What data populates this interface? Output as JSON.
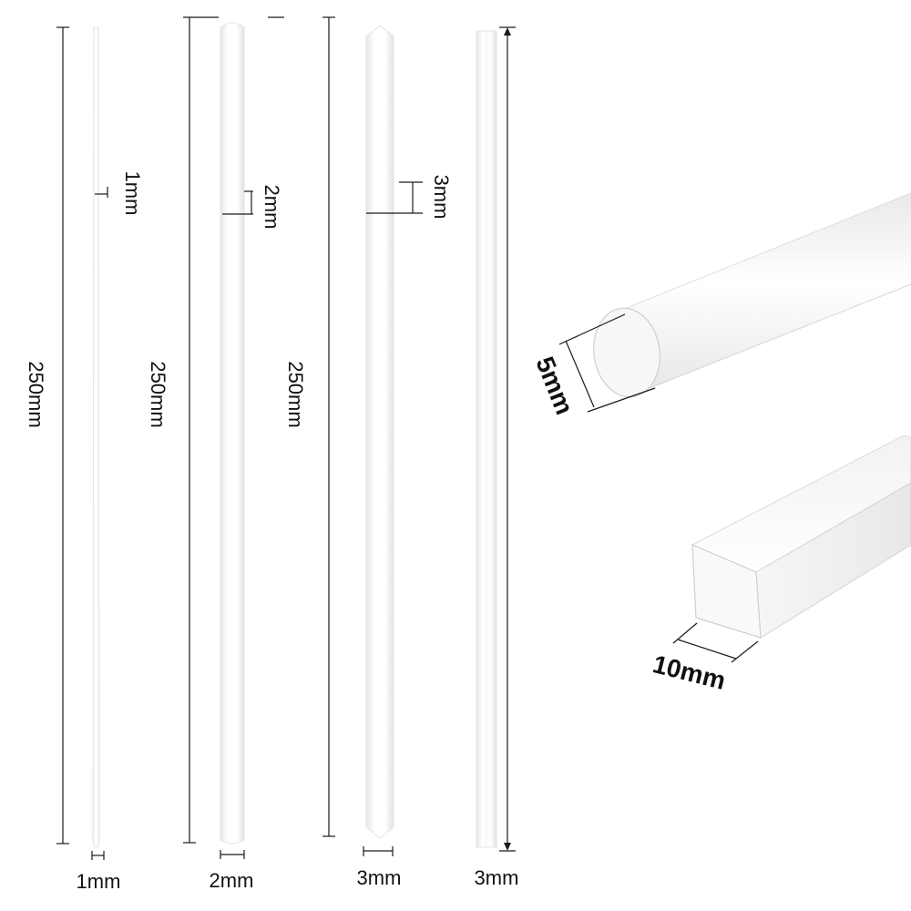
{
  "rods": [
    {
      "length_label": "250mm",
      "width_label": "1mm",
      "detail_label": "1mm"
    },
    {
      "length_label": "250mm",
      "width_label": "2mm",
      "detail_label": "2mm"
    },
    {
      "length_label": "250mm",
      "width_label": "3mm",
      "detail_label": "3mm"
    },
    {
      "width_label": "3mm"
    }
  ],
  "closeups": {
    "round": {
      "label": "5mm"
    },
    "square": {
      "label": "10mm"
    }
  },
  "colors": {
    "rod_fill": "#fbfbfb",
    "rod_edge": "#e4e4e4",
    "text": "#111111"
  }
}
